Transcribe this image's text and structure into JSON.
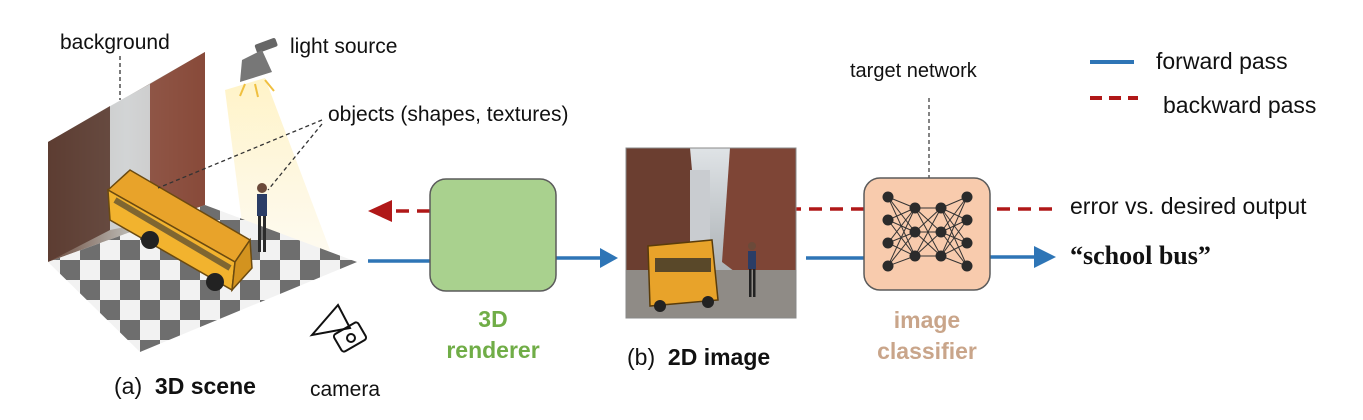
{
  "scene_labels": {
    "background": "background",
    "light_source": "light source",
    "objects": "objects (shapes, textures)",
    "camera": "camera",
    "caption_prefix": "(a)",
    "caption_title": "3D scene"
  },
  "renderer": {
    "line1": "3D",
    "line2": "renderer",
    "fill_color": "#a9d18e",
    "text_color": "#70ad47"
  },
  "image_panel": {
    "caption_prefix": "(b)",
    "caption_title": "2D image"
  },
  "classifier": {
    "line1": "image",
    "line2": "classifier",
    "target_label": "target network",
    "fill_color": "#f8cbad",
    "text_color": "#c9a58a"
  },
  "outputs": {
    "error_label": "error vs. desired output",
    "prediction": "“school bus”"
  },
  "legend": {
    "forward_label": "forward pass",
    "backward_label": "backward pass",
    "forward_color": "#2e75b6",
    "backward_color": "#b01818"
  }
}
